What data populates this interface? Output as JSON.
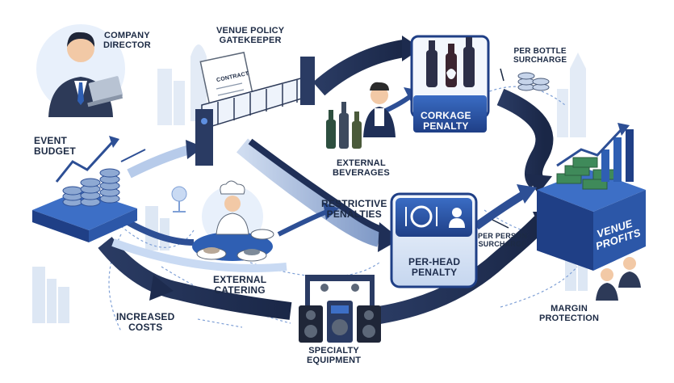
{
  "labels": {
    "company_director": [
      "COMPANY",
      "DIRECTOR"
    ],
    "venue_policy": [
      "VENUE POLICY",
      "GATEKEEPER"
    ],
    "contract": "CONTRACT",
    "per_bottle": [
      "PER BOTTLE",
      "SURCHARGE"
    ],
    "event_budget": [
      "EVENT",
      "BUDGET"
    ],
    "corkage_penalty": [
      "CORKAGE",
      "PENALTY"
    ],
    "external_beverages": [
      "EXTERNAL",
      "BEVERAGES"
    ],
    "restrictive_penalties": [
      "RESTRICTIVE",
      "PENALTIES"
    ],
    "venue_profits": [
      "VENUE",
      "PROFITS"
    ],
    "per_person": [
      "PER PERSON",
      "SURCHARGE"
    ],
    "per_head_penalty": [
      "PER-HEAD",
      "PENALTY"
    ],
    "external_catering": [
      "EXTERNAL",
      "CATERING"
    ],
    "increased_costs": [
      "INCREASED",
      "COSTS"
    ],
    "margin_protection": [
      "MARGIN",
      "PROTECTION"
    ],
    "specialty_equipment": [
      "SPECIALTY",
      "EQUIPMENT"
    ]
  },
  "colors": {
    "navy": "#1f2f57",
    "blue": "#2f5fb3",
    "light_blue": "#c9daf3",
    "pale_blue": "#e8f0fb",
    "gray": "#5c6778"
  }
}
